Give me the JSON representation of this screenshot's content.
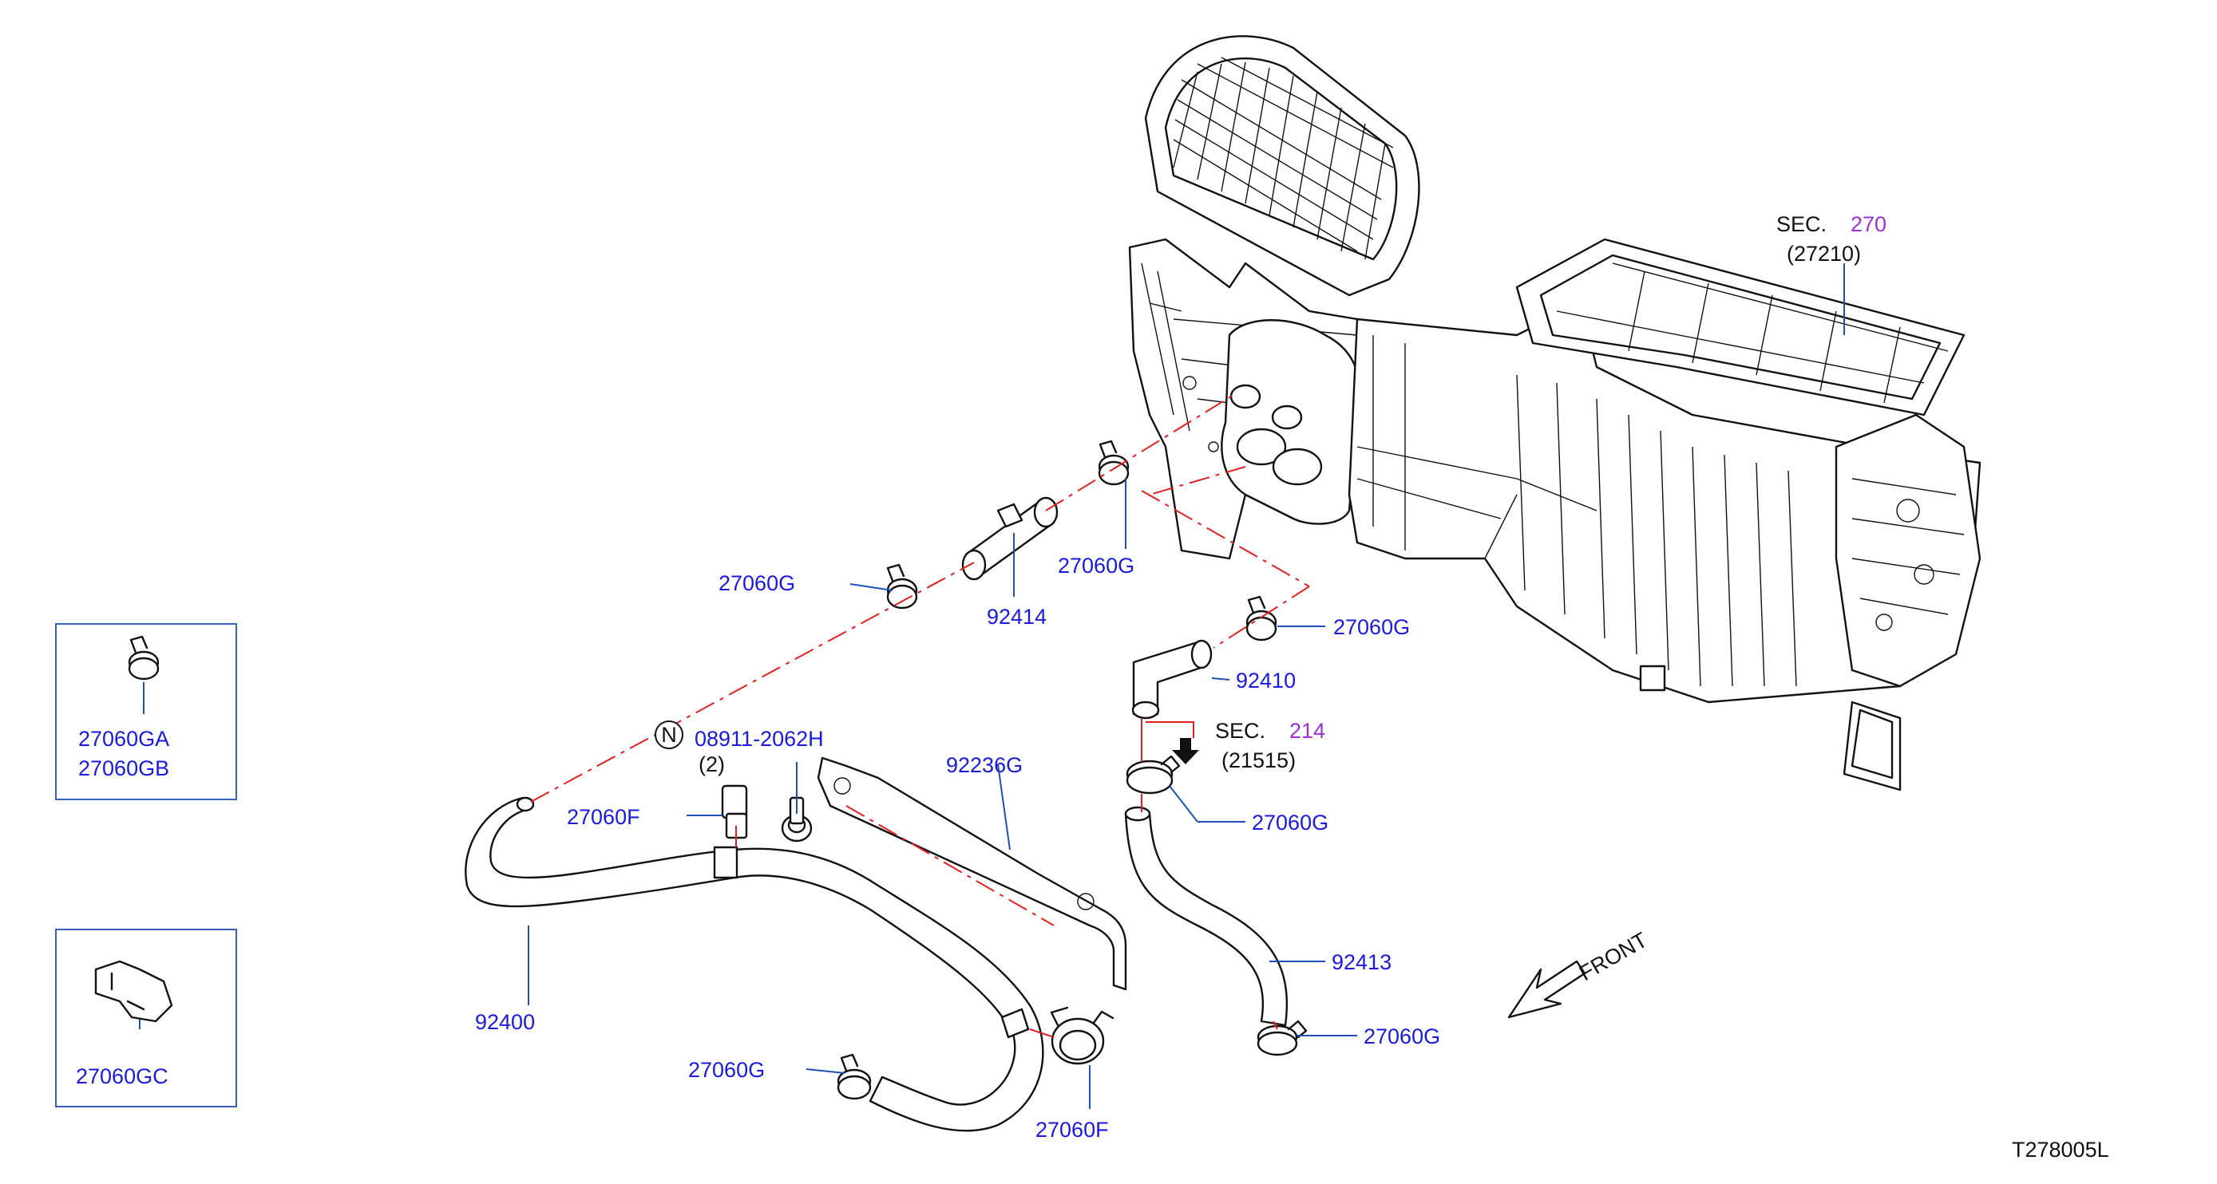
{
  "diagram_code": "T278005L",
  "front_label": "FRONT",
  "sections": [
    {
      "sec": "SEC.",
      "number": "270",
      "ref": "(27210)"
    },
    {
      "sec": "SEC.",
      "number": "214",
      "ref": "(21515)"
    }
  ],
  "nut": {
    "symbol": "N",
    "part": "08911-2062H",
    "qty": "(2)"
  },
  "labels": {
    "p27060g_a": "27060G",
    "p92414": "92414",
    "p27060g_b": "27060G",
    "p27060g_c": "27060G",
    "p92410": "92410",
    "p27060g_d": "27060G",
    "p92413": "92413",
    "p27060g_e": "27060G",
    "p92236g": "92236G",
    "p27060f_a": "27060F",
    "p92400": "92400",
    "p27060g_f": "27060G",
    "p27060f_b": "27060F"
  },
  "inset_boxes": [
    {
      "lines": [
        "27060GA",
        "27060GB"
      ]
    },
    {
      "lines": [
        "27060GC"
      ]
    }
  ],
  "colors": {
    "part_number": "#1a1adc",
    "section_number": "#9b30d9",
    "leader": "#1f4fb8",
    "centerline": "#e02020"
  }
}
